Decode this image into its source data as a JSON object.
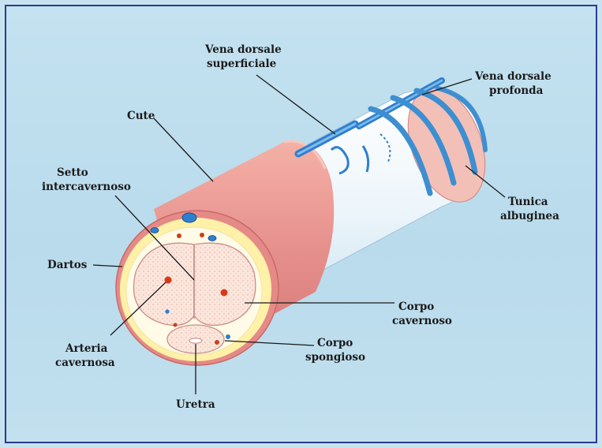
{
  "labels": {
    "cute": "Cute",
    "vena_dorsale_superficiale_1": "Vena dorsale",
    "vena_dorsale_superficiale_2": "superficiale",
    "vena_dorsale_profonda_1": "Vena dorsale",
    "vena_dorsale_profonda_2": "profonda",
    "setto_1": "Setto",
    "setto_2": "intercavernoso",
    "tunica_1": "Tunica",
    "tunica_2": "albuginea",
    "dartos": "Dartos",
    "arteria_1": "Arteria",
    "arteria_2": "cavernosa",
    "corpo_cavernoso_1": "Corpo",
    "corpo_cavernoso_2": "cavernoso",
    "corpo_spongioso_1": "Corpo",
    "corpo_spongioso_2": "spongioso",
    "uretra": "Uretra"
  },
  "colors": {
    "skin": "#e8938f",
    "skin_dark": "#cc6f6f",
    "dartos_ring": "#fff4b8",
    "tunica_blue": "#3d8fd1",
    "vein_blue": "#2f7fd0",
    "tissue": "#fbe7de",
    "artery_red": "#d63a1a"
  }
}
